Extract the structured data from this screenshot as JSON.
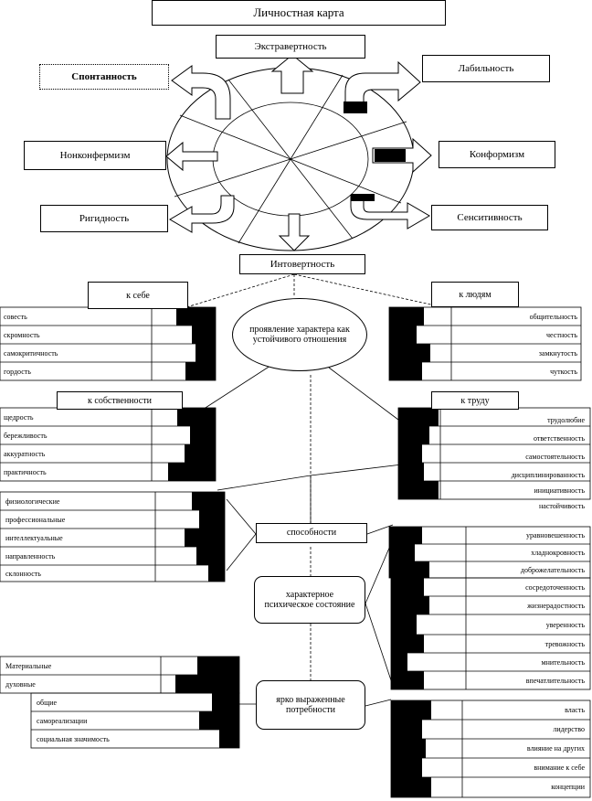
{
  "title": "Личностная карта",
  "wheel": {
    "top": "Экстравертность",
    "bottom": "Интовертность",
    "upper_left": "Спонтанность",
    "upper_right": "Лабильность",
    "mid_left": "Нонконфермизм",
    "mid_right": "Конформизм",
    "lower_left": "Ригидность",
    "lower_right": "Сенситивность"
  },
  "center_node": "проявление характера как устойчивого отношения",
  "ability_node": "способности",
  "state_node": "характерное психическое состояние",
  "needs_node": "ярко выраженные потребности",
  "self_group": {
    "header": "к себе",
    "rows": [
      "совесть",
      "скромность",
      "самокритичность",
      "гордость"
    ]
  },
  "people_group": {
    "header": "к людям",
    "rows": [
      "общительность",
      "честность",
      "замкнутость",
      "чуткость"
    ]
  },
  "property_group": {
    "header": "к собственности",
    "rows": [
      "щедрость",
      "бережливость",
      "аккуратность",
      "практичность"
    ]
  },
  "work_group": {
    "header": "к труду",
    "rows": [
      "трудолюбие",
      "ответственность",
      "самостоятельность",
      "дисциплинированность",
      "инициативность",
      "настойчивость"
    ]
  },
  "ability_group": {
    "rows": [
      "физиологические",
      "профессиональные",
      "интеллектуальные",
      "направленность",
      "склонность"
    ]
  },
  "state_group_top": {
    "rows": [
      "уравновешенность",
      "хладнокровность",
      "доброжелательность"
    ]
  },
  "state_group_bottom": {
    "rows": [
      "сосредоточенность",
      "жизнерадостность",
      "уверенность",
      "тревожность",
      "мнительность",
      "впечатлительность"
    ]
  },
  "needs_left": {
    "rows": [
      "Материальные",
      "духовные",
      "общие",
      "самореализации",
      "социальная значимость"
    ]
  },
  "needs_right": {
    "rows": [
      "власть",
      "лидерство",
      "влияние на других",
      "внимание к себе",
      "концепции"
    ]
  },
  "colors": {
    "stroke": "#000000",
    "fill_bar": "#000000",
    "background": "#ffffff"
  }
}
